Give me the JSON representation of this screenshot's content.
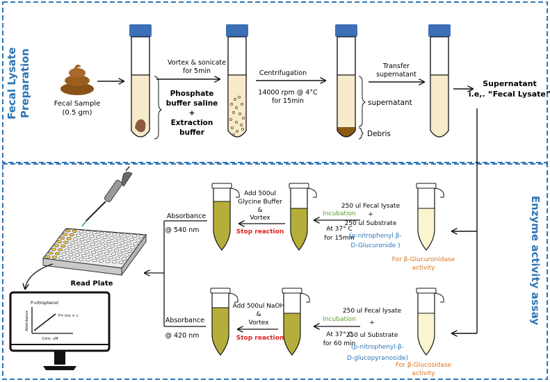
{
  "sections": {
    "top_title_line1": "Fecal Lysate",
    "top_title_line2": "Preparation",
    "right_title": "Enzyme activity assay"
  },
  "prep": {
    "sample_label_1": "Fecal Sample",
    "sample_label_2": "(0.5 gm)",
    "step1_arrow_line1": "Vortex & sonicate",
    "step1_arrow_line2": "for 5min",
    "buffer_line1": "Phosphate",
    "buffer_line2": "buffer saline",
    "buffer_line3": "+",
    "buffer_line4": "Extraction",
    "buffer_line5": "buffer",
    "step2_arrow_line1": "Centrifugation",
    "step2_below_line1": "14000 rpm @ 4°C",
    "step2_below_line2": "for 15min",
    "supernatant_label": "supernatant",
    "debris_label": "Debris",
    "step3_arrow_line1": "Transfer",
    "step3_arrow_line2": "supernatant",
    "result_line1": "Supernatant",
    "result_line2": "i.e,. “Fecal Lysate”"
  },
  "assay": {
    "row1": {
      "substrate_line1": "250 ul Fecal lysate",
      "substrate_line2": "+",
      "substrate_line3": "250 ul Substrate",
      "substrate_line4": "(p-nitrophenyl β-",
      "substrate_line5": "D-Glucuronide )",
      "enzyme_line1": "For β-Glucuronidase",
      "enzyme_line2": "activity",
      "incubation": "Incubation",
      "incubation_cond1": "At 37° C",
      "incubation_cond2": "for 15min",
      "stop_line1": "Add 500ul",
      "stop_line2": "Glycine Buffer",
      "stop_line3": "&",
      "stop_line4": "Vortex",
      "stop_reaction": "Stop reaction",
      "absorbance": "Absorbance",
      "wavelength": "@ 540 nm"
    },
    "row2": {
      "substrate_line1": "250 ul Fecal lysate",
      "substrate_line2": "+",
      "substrate_line3": "250 ul Substrate",
      "substrate_line4": "(p-nitrophenyl-β-",
      "substrate_line5": "D-glucopyranoside)",
      "enzyme_line1": "For β-Glucosidase",
      "enzyme_line2": "activity",
      "incubation": "Incubation",
      "incubation_cond1": "At 37° C",
      "incubation_cond2": "for 60 min",
      "stop_line1": "Add 500ul NaOH",
      "stop_line2": "&",
      "stop_line3": "Vortex",
      "stop_reaction": "Stop reaction",
      "absorbance": "Absorbance",
      "wavelength": "@ 420 nm"
    },
    "read_plate": "Read Plate",
    "monitor": {
      "title": "P-nitrophenol",
      "ylabel": "Absorbance",
      "xlabel": "Conc. uM",
      "equation": "Y= mx + c"
    }
  },
  "colors": {
    "dash_border": "#2E75B6",
    "section_title": "#2E75B6",
    "tube_cap": "#3D6FB6",
    "buffer_fill": "#F7EBCB",
    "stool": "#A0621E",
    "lysate_olive": "#B5AE3A",
    "substrate_pale": "#FBF5CF",
    "incubation_green": "#5A9A2E",
    "stop_red": "#E02020",
    "enzyme_orange": "#D9731A",
    "substrate_blue": "#2E75B6",
    "plate_well": "#F2C542"
  }
}
